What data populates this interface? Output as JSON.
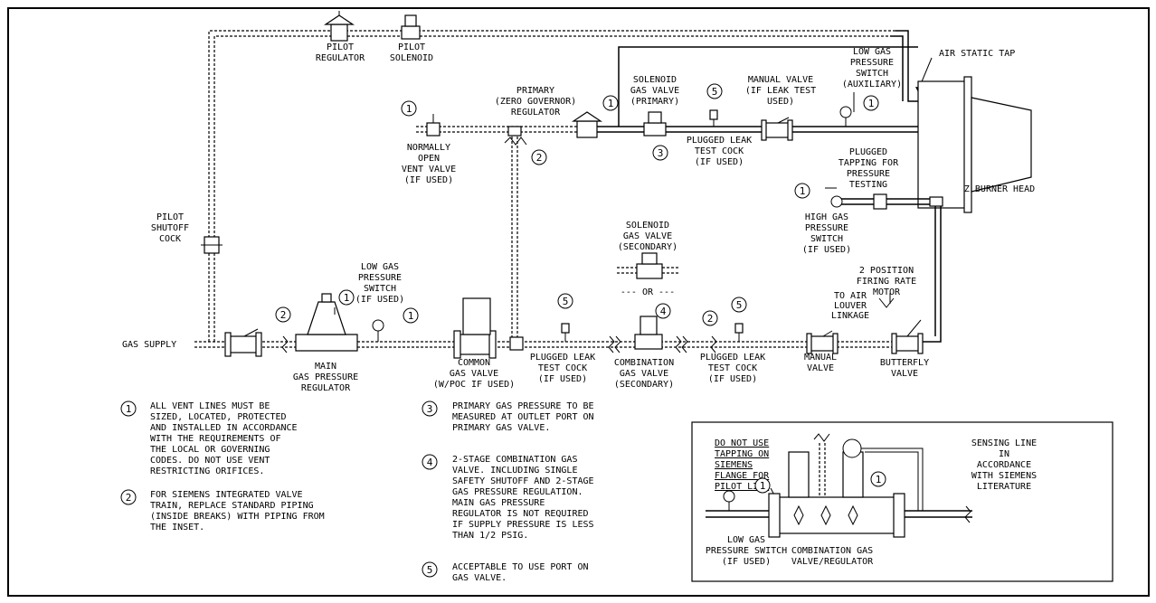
{
  "labels": {
    "pilot_regulator": [
      "PILOT",
      "REGULATOR"
    ],
    "pilot_solenoid": [
      "PILOT",
      "SOLENOID"
    ],
    "air_static_tap": "AIR STATIC TAP",
    "low_gas_aux": [
      "LOW GAS",
      "PRESSURE",
      "SWITCH",
      "(AUXILIARY)"
    ],
    "manual_valve_leak": [
      "MANUAL  VALVE",
      "(IF LEAK TEST",
      "USED)"
    ],
    "solenoid_primary": [
      "SOLENOID",
      "GAS VALVE",
      "(PRIMARY)"
    ],
    "primary_regulator": [
      "PRIMARY",
      "(ZERO GOVERNOR)",
      "REGULATOR"
    ],
    "normally_open_vent": [
      "NORMALLY",
      "OPEN",
      "VENT VALVE",
      "(IF USED)"
    ],
    "plugged_leak_upper": [
      "PLUGGED LEAK",
      "TEST COCK",
      "(IF USED)"
    ],
    "plugged_tapping": [
      "PLUGGED",
      "TAPPING FOR",
      "PRESSURE",
      "TESTING"
    ],
    "burner_head": "Z BURNER HEAD",
    "high_gas_switch": [
      "HIGH GAS",
      "PRESSURE",
      "SWITCH",
      "(IF USED)"
    ],
    "pilot_shutoff": [
      "PILOT",
      "SHUTOFF",
      "COCK"
    ],
    "solenoid_secondary": [
      "SOLENOID",
      "GAS VALVE",
      "(SECONDARY)"
    ],
    "or_label": "--- OR ---",
    "firing_rate_motor": [
      "2 POSITION",
      "FIRING RATE",
      "MOTOR"
    ],
    "air_louver": [
      "TO AIR",
      "LOUVER",
      "LINKAGE"
    ],
    "low_gas_main": [
      "LOW GAS",
      "PRESSURE",
      "SWITCH",
      "(IF USED)"
    ],
    "gas_supply": "GAS SUPPLY",
    "main_regulator": [
      "MAIN",
      "GAS PRESSURE",
      "REGULATOR"
    ],
    "common_valve": [
      "COMMON",
      "GAS VALVE",
      "(W/POC IF USED)"
    ],
    "plugged_leak_lower1": [
      "PLUGGED LEAK",
      "TEST COCK",
      "(IF USED)"
    ],
    "combination_valve": [
      "COMBINATION",
      "GAS VALVE",
      "(SECONDARY)"
    ],
    "plugged_leak_lower2": [
      "PLUGGED LEAK",
      "TEST COCK",
      "(IF USED)"
    ],
    "manual_valve": [
      "MANUAL",
      "VALVE"
    ],
    "butterfly_valve": [
      "BUTTERFLY",
      "VALVE"
    ]
  },
  "notes": [
    {
      "num": "1",
      "lines": [
        "ALL VENT LINES MUST BE",
        "SIZED, LOCATED, PROTECTED",
        "AND INSTALLED IN ACCORDANCE",
        "WITH THE REQUIREMENTS OF",
        "THE LOCAL OR GOVERNING",
        "CODES. DO NOT USE VENT",
        "RESTRICTING ORIFICES."
      ]
    },
    {
      "num": "2",
      "lines": [
        "FOR SIEMENS INTEGRATED VALVE",
        "TRAIN, REPLACE STANDARD PIPING",
        "(INSIDE BREAKS) WITH PIPING FROM",
        "THE INSET."
      ]
    },
    {
      "num": "3",
      "lines": [
        "PRIMARY GAS PRESSURE TO BE",
        "MEASURED AT OUTLET PORT ON",
        "PRIMARY GAS VALVE."
      ]
    },
    {
      "num": "4",
      "lines": [
        "2-STAGE COMBINATION GAS",
        "VALVE. INCLUDING SINGLE",
        "SAFETY SHUTOFF AND 2-STAGE",
        "GAS PRESSURE REGULATION.",
        "MAIN GAS PRESSURE",
        "REGULATOR IS NOT REQUIRED",
        "IF SUPPLY PRESSURE IS LESS",
        "THAN 1/2 PSIG."
      ]
    },
    {
      "num": "5",
      "lines": [
        "ACCEPTABLE TO USE PORT ON",
        "GAS VALVE."
      ]
    }
  ],
  "inset": {
    "warning": [
      "DO NOT USE",
      "TAPPING ON",
      "SIEMENS",
      "FLANGE FOR",
      "PILOT LINE"
    ],
    "sensing_line": [
      "SENSING LINE",
      "IN",
      "ACCORDANCE",
      "WITH SIEMENS",
      "LITERATURE"
    ],
    "low_gas_switch": [
      "LOW GAS",
      "PRESSURE SWITCH",
      "(IF USED)"
    ],
    "combination_valve": [
      "COMBINATION GAS",
      "VALVE/REGULATOR"
    ]
  },
  "callouts": {
    "one": "1",
    "two": "2",
    "three": "3",
    "four": "4",
    "five": "5"
  }
}
